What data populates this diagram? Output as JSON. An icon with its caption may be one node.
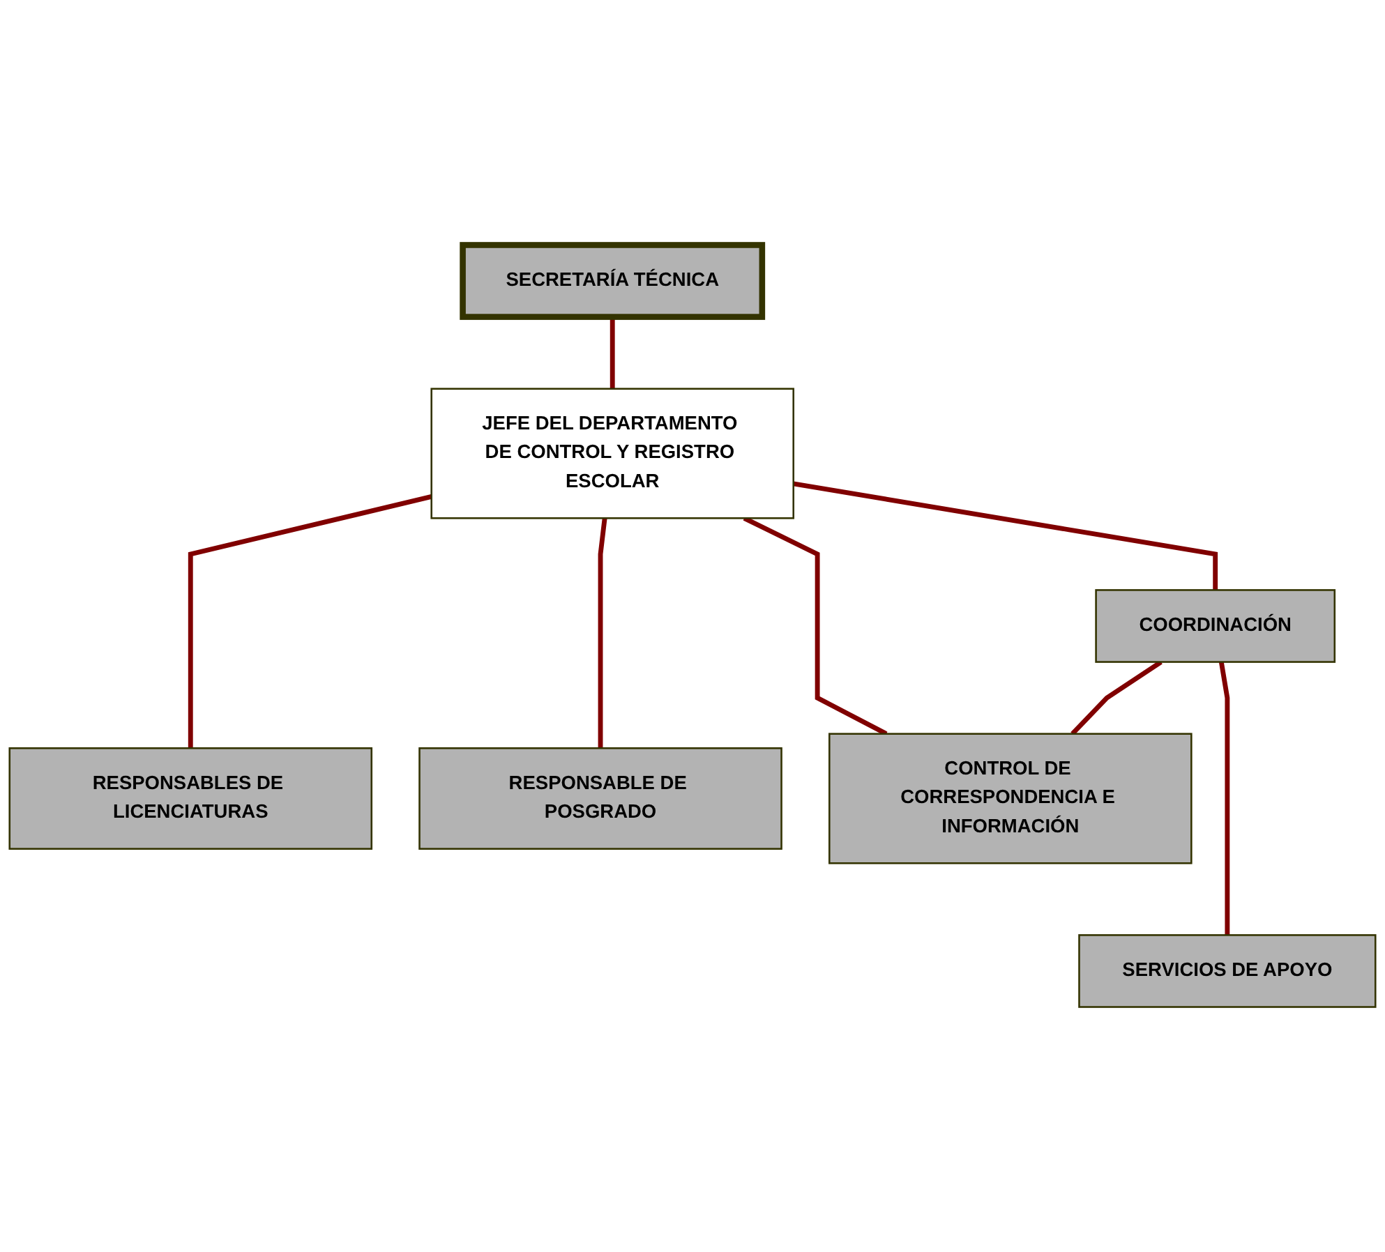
{
  "diagram": {
    "nodes": [
      {
        "text": [
          "SECRETARÍA TÉCNICA"
        ]
      },
      {
        "text": [
          "JEFE DEL DEPARTAMENTO DE CONTROL Y REGISTRO ESCOLAR"
        ]
      },
      {
        "text": [
          "COORDINACIÓN"
        ]
      },
      {
        "text": [
          "RESPONSABLES DE LICENCIATURAS"
        ]
      },
      {
        "text": [
          "RESPONSABLE DE POSGRADO"
        ]
      },
      {
        "text": [
          "CONTROL DE CORRESPONDENCIA E INFORMACIÓN"
        ]
      },
      {
        "text": [
          "SERVICIOS DE APOYO"
        ]
      }
    ],
    "edges": [
      {
        "from": 0,
        "to": 1,
        "arrow": "none"
      },
      {
        "from": 1,
        "to": 2,
        "arrow": "none"
      },
      {
        "from": 1,
        "to": 3,
        "arrow": "none"
      },
      {
        "from": 1,
        "to": 4,
        "arrow": "none"
      },
      {
        "from": 1,
        "to": 5,
        "arrow": "none"
      },
      {
        "from": 2,
        "to": 5,
        "arrow": "none"
      },
      {
        "from": 2,
        "to": 6,
        "arrow": "none"
      }
    ]
  }
}
